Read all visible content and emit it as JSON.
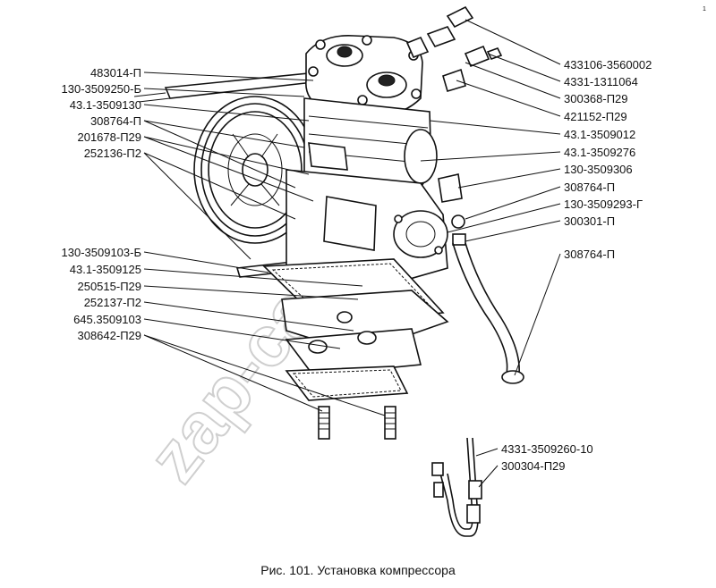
{
  "watermark": "zap-cars.ru",
  "caption": "Рис. 101. Установка компрессора",
  "labels_left": [
    "483014-П",
    "130-3509250-Б",
    "43.1-3509130",
    "308764-П",
    "201678-П29",
    "252136-П2",
    "130-3509103-Б",
    "43.1-3509125",
    "250515-П29",
    "252137-П2",
    "645.3509103",
    "308642-П29"
  ],
  "labels_right": [
    "433106-3560002",
    "4331-1311064",
    "300368-П29",
    "421152-П29",
    "43.1-3509012",
    "43.1-3509276",
    "130-3509306",
    "308764-П",
    "130-3509293-Г",
    "300301-П",
    "308764-П",
    "4331-3509260-10",
    "300304-П29"
  ],
  "corner_mark": "1"
}
